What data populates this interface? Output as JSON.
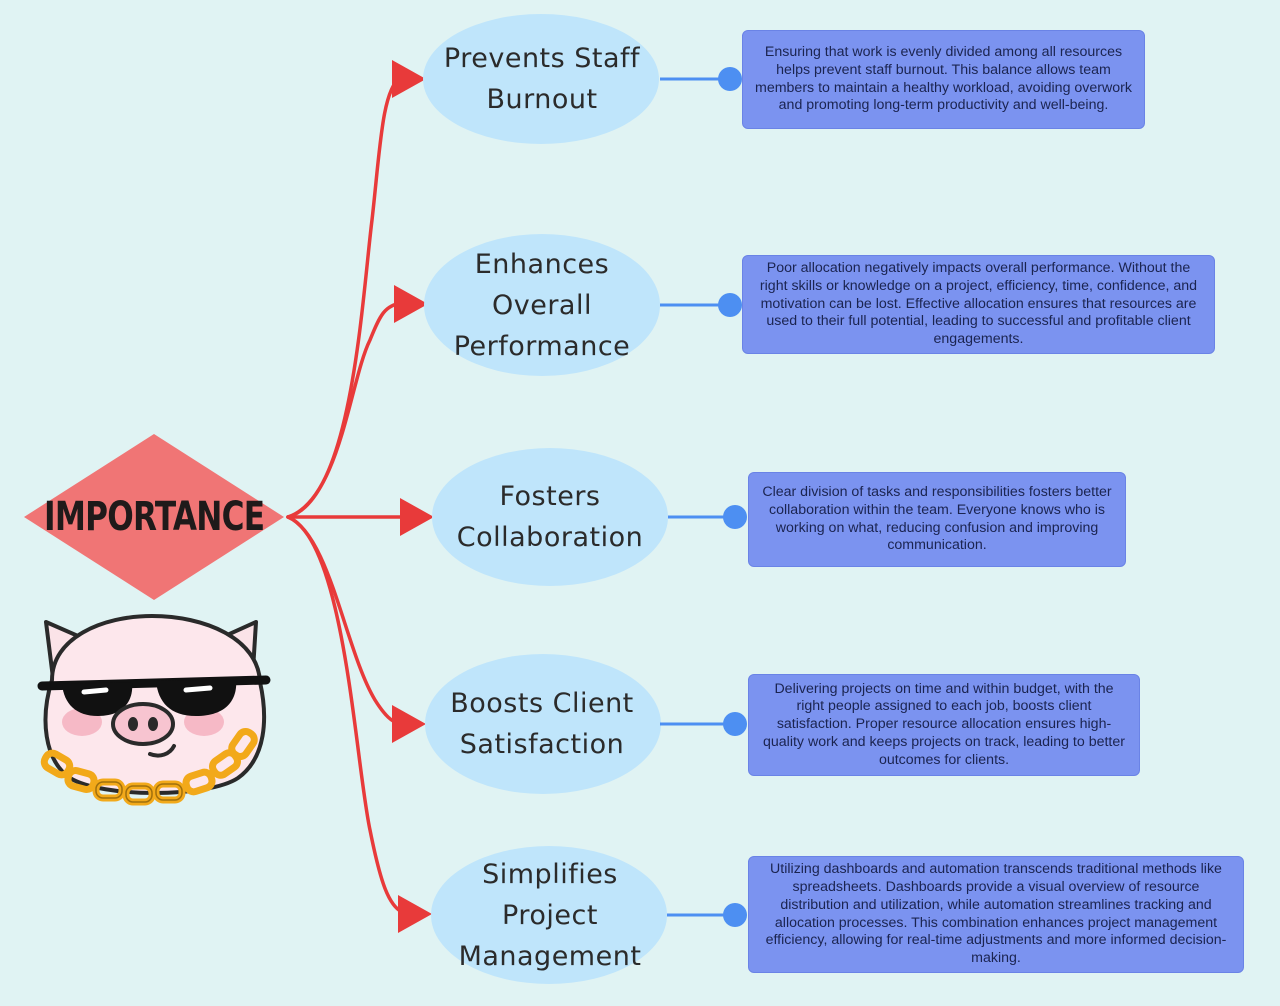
{
  "center": {
    "label": "IMPORTANCE"
  },
  "colors": {
    "background": "#e0f3f3",
    "diamond": "#f07575",
    "arrow": "#e83a3a",
    "topic_bubble": "#bfe5fb",
    "connector": "#4d8ff2",
    "description_box": "#7b93f0"
  },
  "branches": [
    {
      "title": "Prevents Staff\nBurnout",
      "description": "Ensuring that work is evenly divided among all resources helps prevent staff burnout. This balance allows team members to maintain a healthy workload, avoiding overwork and promoting long-term productivity and well-being."
    },
    {
      "title": "Enhances\nOverall\nPerformance",
      "description": "Poor allocation negatively impacts overall performance. Without the right skills or knowledge on a project, efficiency, time, confidence, and motivation can be lost. Effective allocation ensures that resources are used to their full potential, leading to successful and profitable client engagements."
    },
    {
      "title": "Fosters\nCollaboration",
      "description": "Clear division of tasks and responsibilities fosters better collaboration within the team. Everyone knows who is working on what, reducing confusion and improving communication."
    },
    {
      "title": "Boosts Client\nSatisfaction",
      "description": "Delivering projects on time and within budget, with the right people assigned to each job, boosts client satisfaction. Proper resource allocation ensures high-quality work and keeps projects on track, leading to better outcomes for clients."
    },
    {
      "title": "Simplifies\nProject\nManagement",
      "description": "Utilizing dashboards and automation transcends traditional methods like spreadsheets. Dashboards provide a visual overview of resource distribution and utilization, while automation streamlines tracking and allocation processes. This combination enhances project management efficiency, allowing for real-time adjustments and more informed decision-making."
    }
  ],
  "sticker": {
    "icon": "cool-pig-sunglasses-gold-chain"
  }
}
